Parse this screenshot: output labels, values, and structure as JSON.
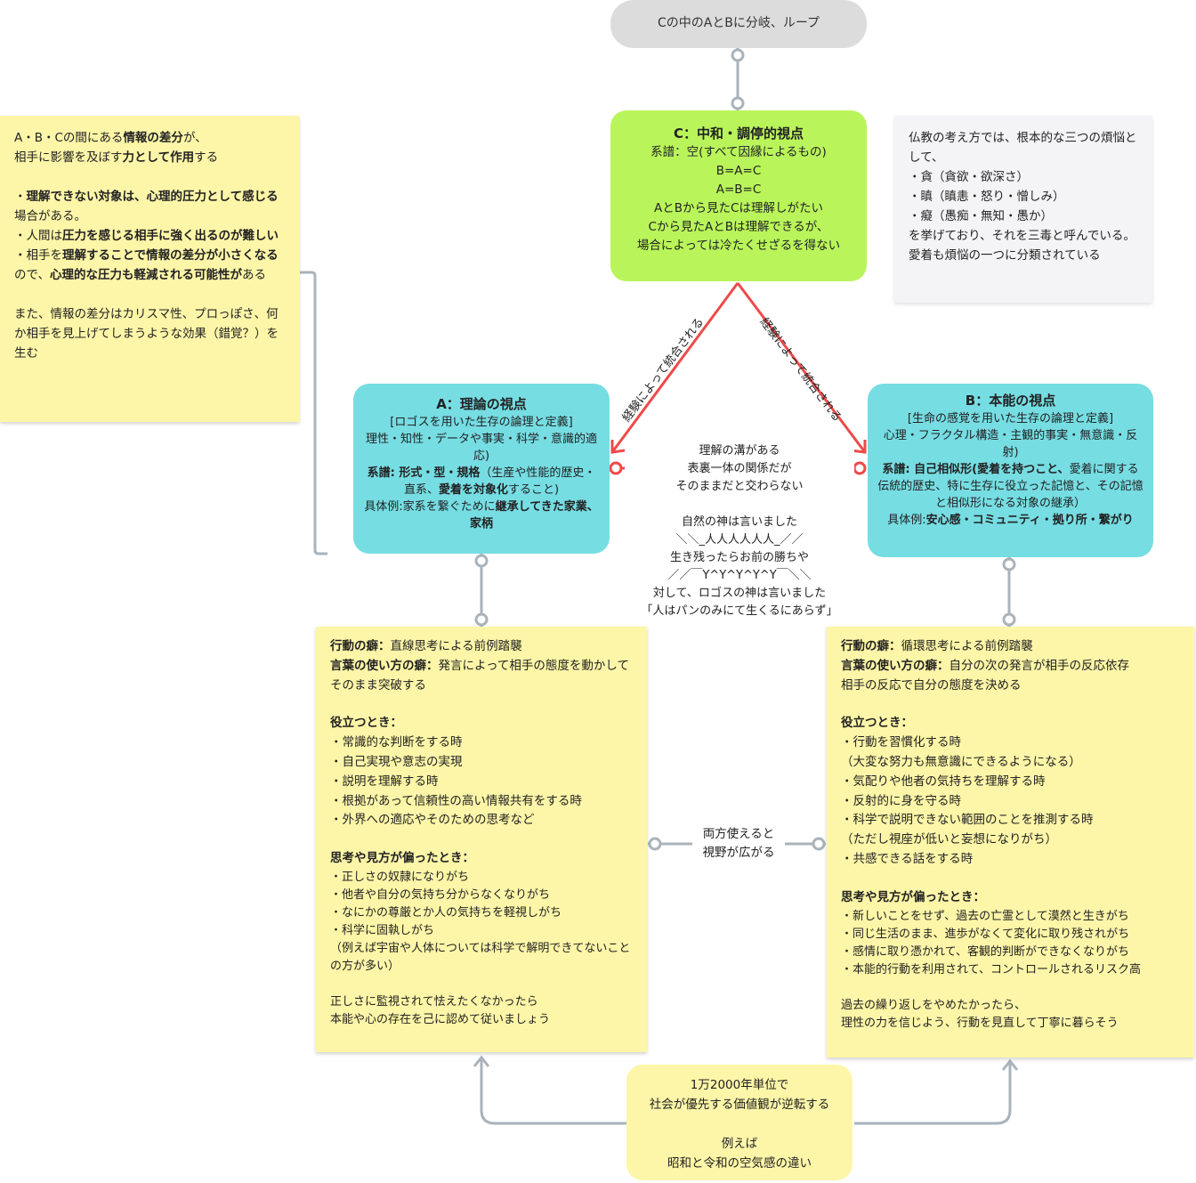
{
  "top_pill": "Cの中のAとBに分岐、ループ",
  "node_c": {
    "title": "C：中和・調停的視点",
    "lines": [
      "系譜：空(すべて因縁によるもの)",
      "B=A=C",
      "A=B=C",
      "AとBから見たCは理解しがたい",
      "Cから見たAとBは理解できるが、",
      "場合によっては冷たくせざるを得ない"
    ]
  },
  "node_a": {
    "title": "A：理論の視点",
    "l1": "[ロゴスを用いた生存の論理と定義]",
    "l2": "理性・知性・データや事実・科学・意識的適応)",
    "l3_b1": "系譜: 形式・型・規格",
    "l3_n1": "（生産や性能的歴史・直系、",
    "l3_b2": "愛着を対象化",
    "l3_n2": "すること)",
    "l4_n": "具体例:家系を繋ぐために",
    "l4_b": "継承してきた家業、家柄"
  },
  "node_b": {
    "title": "B：本能の視点",
    "l1": "[生命の感覚を用いた生存の論理と定義]",
    "l2": "心理・フラクタル構造・主観的事実・無意識・反射)",
    "l3_b": "系譜: 自己相似形(愛着を持つこと、",
    "l3_n": "愛着に関する伝統的歴史、特に生存に役立った記憶と、その記憶と相似形になる対象の継承）",
    "l4_n": "具体例:",
    "l4_b": "安心感・コミュニティ・拠り所・繋がり"
  },
  "edge_labels": {
    "left": "経験によって統合される",
    "right": "経験によって統合される"
  },
  "center_text": [
    "理解の溝がある",
    "表裏一体の関係だが",
    "そのままだと交わらない",
    "",
    "自然の神は言いました",
    "＼＼_人人人人人人_／／",
    "生き残ったらお前の勝ちや",
    "／／￣Y^Y^Y^Y^Y￣＼＼",
    "対して、ロゴスの神は言いました",
    "「人はパンのみにて生くるにあらず」"
  ],
  "left_note": {
    "p1a": "A・B・Cの間にある",
    "p1b": "情報の差分",
    "p1c": "が、",
    "p2a": "相手に影響を及ぼす",
    "p2b": "力として作用",
    "p2c": "する",
    "p3a": "・",
    "p3b": "理解できない対象は、心理的圧力として感じる",
    "p3c": "場合がある。",
    "p4a": "・人間は",
    "p4b": "圧力を感じる相手に強く出るのが難しい",
    "p5a": "・相手を",
    "p5b": "理解することで情報の差分が小さくなる",
    "p5c": "ので、",
    "p5d": "心理的な圧力も軽減される可能性が",
    "p5e": "ある",
    "p6": "また、情報の差分はカリスマ性、プロっぽさ、何か相手を見上げてしまうような効果（錯覚？）を生む"
  },
  "right_note": [
    "仏教の考え方では、根本的な三つの煩悩として、",
    "・貪（貪欲・欲深さ）",
    "・瞋（瞋恚・怒り・憎しみ）",
    "・癡（愚痴・無知・愚か）",
    "を挙げており、それを三毒と呼んでいる。",
    "愛着も煩悩の一つに分類されている"
  ],
  "a_sticky": {
    "h1": "行動の癖：",
    "t1": "直線思考による前例踏襲",
    "h2": "言葉の使い方の癖：",
    "t2": "発言によって相手の態度を動かしてそのまま突破する",
    "h3": "役立つとき：",
    "useful": [
      "・常識的な判断をする時",
      "・自己実現や意志の実現",
      "・説明を理解する時",
      "・根拠があって信頼性の高い情報共有をする時",
      "・外界への適応やそのための思考など"
    ],
    "h4": "思考や見方が偏ったとき：",
    "biased": [
      "・正しさの奴隷になりがち",
      "・他者や自分の気持ち分からなくなりがち",
      "・なにかの尊厳とか人の気持ちを軽視しがち",
      "・科学に固執しがち",
      "（例えば宇宙や人体については科学で解明できてないことの方が多い）"
    ],
    "closing": [
      "正しさに監視されて怯えたくなかったら",
      "本能や心の存在を己に認めて従いましょう"
    ]
  },
  "b_sticky": {
    "h1": "行動の癖：",
    "t1": "循環思考による前例踏襲",
    "h2": "言葉の使い方の癖：",
    "t2": "自分の次の発言が相手の反応依存",
    "t2b": "相手の反応で自分の態度を決める",
    "h3": "役立つとき：",
    "useful": [
      "・行動を習慣化する時",
      "（大変な努力も無意識にできるようになる）",
      "・気配りや他者の気持ちを理解する時",
      "・反射的に身を守る時",
      "・科学で説明できない範囲のことを推測する時",
      "（ただし視座が低いと妄想になりがち）",
      "・共感できる話をする時"
    ],
    "h4": "思考や見方が偏ったとき：",
    "biased": [
      "・新しいことをせず、過去の亡霊として漠然と生きがち",
      "・同じ生活のまま、進歩がなくて変化に取り残されがち",
      "・感情に取り憑かれて、客観的判断ができなくなりがち",
      "・本能的行動を利用されて、コントロールされるリスク高"
    ],
    "closing": [
      "過去の繰り返しをやめたかったら、",
      "理性の力を信じよう、行動を見直して丁寧に暮らそう"
    ]
  },
  "middle_label": [
    "両方使えると",
    "視野が広がる"
  ],
  "bottom_node": [
    "1万2000年単位で",
    "社会が優先する価値観が逆転する",
    "",
    "例えば",
    "昭和と令和の空気感の違い"
  ],
  "colors": {
    "wire": "#a9b3bb",
    "red": "#ee4a4a",
    "green": "#b9f55a",
    "cyan": "#76dde3",
    "yellow": "#fdf6a8"
  }
}
